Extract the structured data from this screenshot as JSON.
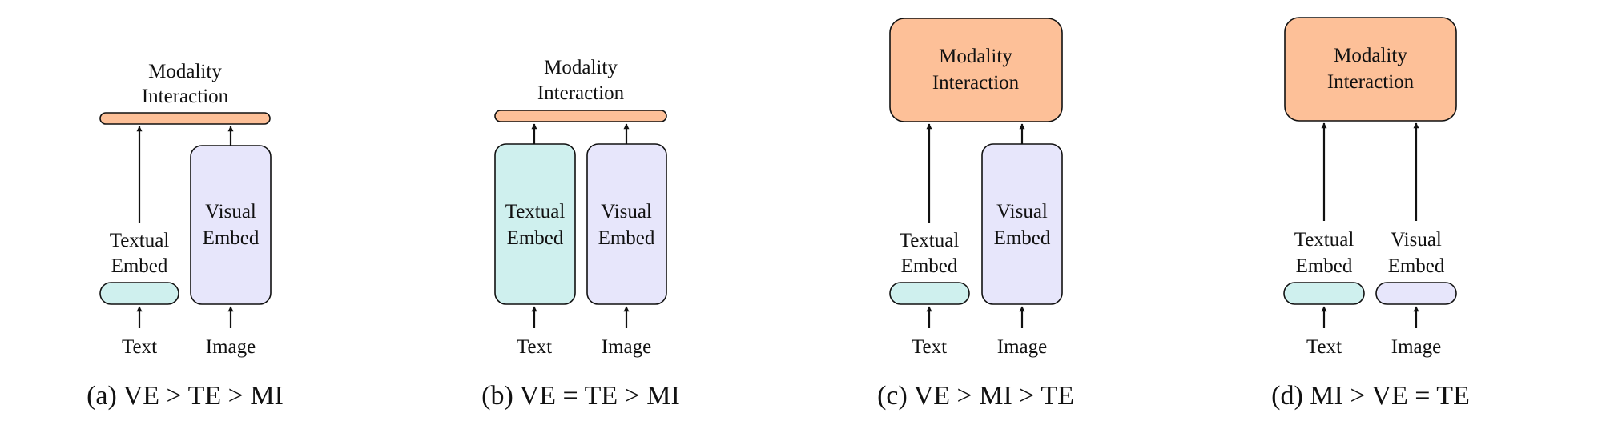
{
  "colors": {
    "textual_embed": "#cff0ee",
    "visual_embed": "#e7e6fb",
    "modality_interaction": "#fdc098",
    "stroke": "#111111"
  },
  "panels": [
    {
      "caption": "(a) VE > TE > MI",
      "mi_line1": "Modality",
      "mi_line2": "Interaction",
      "te_line1": "Textual",
      "te_line2": "Embed",
      "ve_line1": "Visual",
      "ve_line2": "Embed",
      "text_input": "Text",
      "image_input": "Image"
    },
    {
      "caption": "(b) VE = TE > MI",
      "mi_line1": "Modality",
      "mi_line2": "Interaction",
      "te_line1": "Textual",
      "te_line2": "Embed",
      "ve_line1": "Visual",
      "ve_line2": "Embed",
      "text_input": "Text",
      "image_input": "Image"
    },
    {
      "caption": "(c) VE > MI > TE",
      "mi_line1": "Modality",
      "mi_line2": "Interaction",
      "te_line1": "Textual",
      "te_line2": "Embed",
      "ve_line1": "Visual",
      "ve_line2": "Embed",
      "text_input": "Text",
      "image_input": "Image"
    },
    {
      "caption": "(d) MI > VE = TE",
      "mi_line1": "Modality",
      "mi_line2": "Interaction",
      "te_line1": "Textual",
      "te_line2": "Embed",
      "ve_line1": "Visual",
      "ve_line2": "Embed",
      "text_input": "Text",
      "image_input": "Image"
    }
  ]
}
